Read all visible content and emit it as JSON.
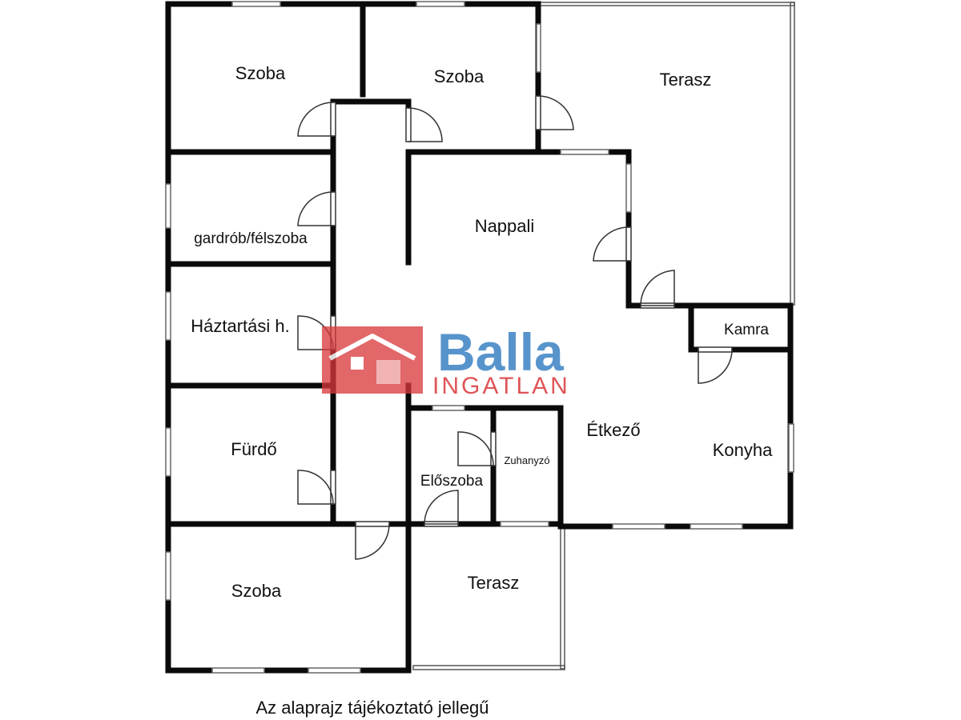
{
  "rooms": {
    "szoba_top_left": "Szoba",
    "szoba_top_mid": "Szoba",
    "terasz_top": "Terasz",
    "gardrob": "gardrób/félszoba",
    "nappali": "Nappali",
    "haztartasi": "Háztartási h.",
    "kamra": "Kamra",
    "furdo": "Fürdő",
    "etkezo": "Étkező",
    "konyha": "Konyha",
    "zuhanyzo": "Zuhanyzó",
    "eloszoba": "Előszoba",
    "szoba_bottom": "Szoba",
    "terasz_bottom": "Terasz"
  },
  "caption": "Az alaprajz tájékoztató jellegű",
  "logo": {
    "name": "Balla",
    "subtitle": "INGATLAN",
    "name_color": "#3b82c4",
    "accent_color": "#d9383c"
  }
}
